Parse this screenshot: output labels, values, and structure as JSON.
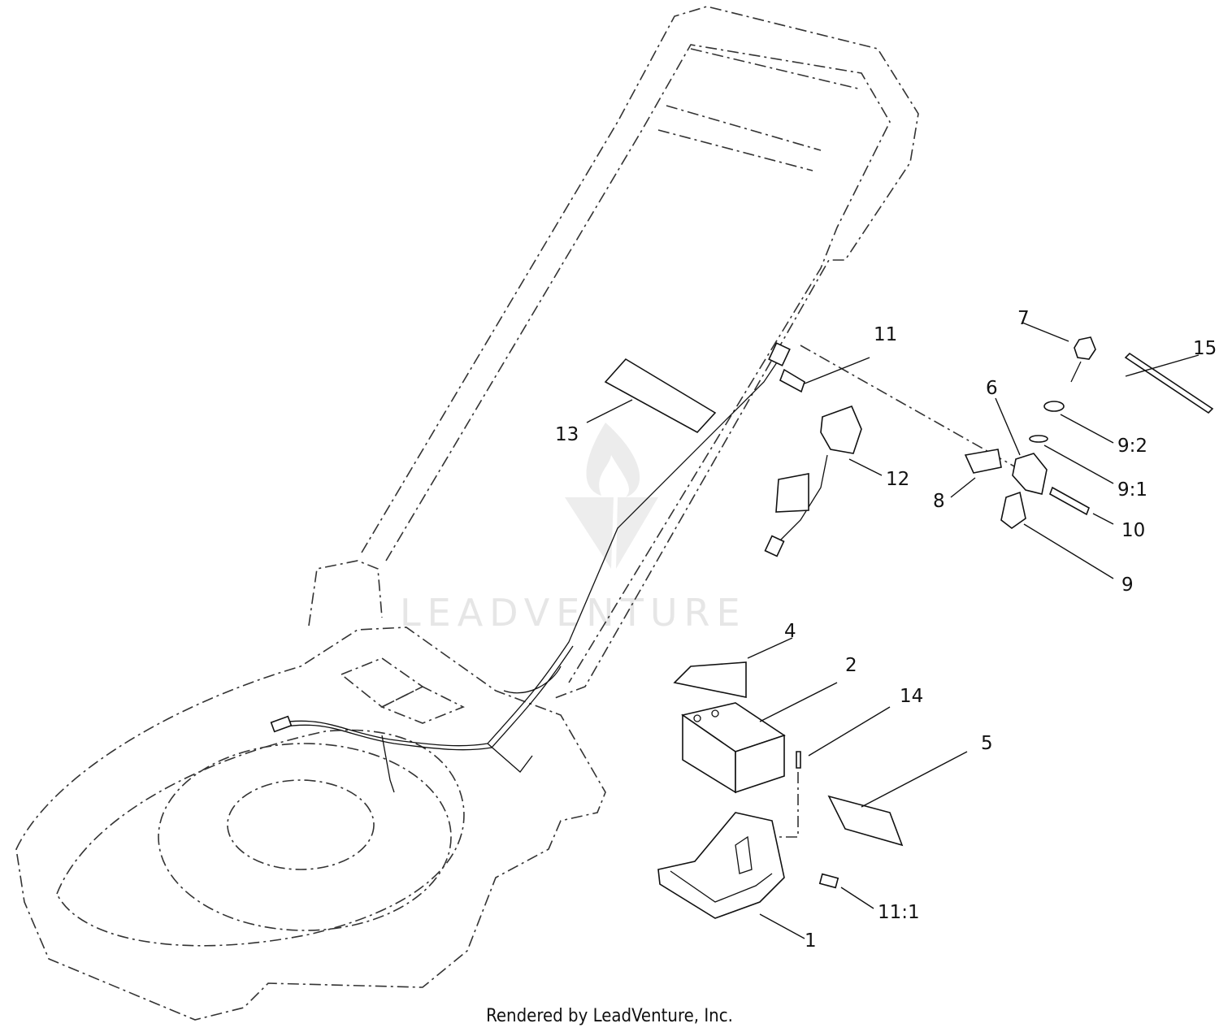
{
  "watermark": {
    "brand": "LEADVENTURE"
  },
  "footer": {
    "credit": "Rendered by LeadVenture, Inc."
  },
  "callouts": [
    {
      "label": "1"
    },
    {
      "label": "2"
    },
    {
      "label": "4"
    },
    {
      "label": "5"
    },
    {
      "label": "6"
    },
    {
      "label": "7"
    },
    {
      "label": "8"
    },
    {
      "label": "9"
    },
    {
      "label": "9:1"
    },
    {
      "label": "9:2"
    },
    {
      "label": "10"
    },
    {
      "label": "11"
    },
    {
      "label": "11:1"
    },
    {
      "label": "12"
    },
    {
      "label": "13"
    },
    {
      "label": "14"
    },
    {
      "label": "15"
    }
  ]
}
